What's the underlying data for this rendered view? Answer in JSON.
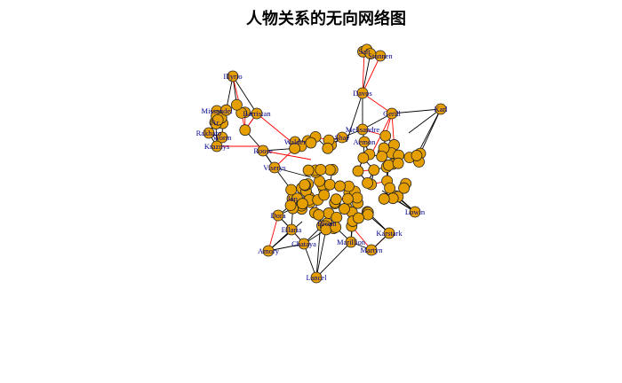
{
  "title": "人物关系的无向网络图",
  "colors": {
    "node_fill": "#e69f00",
    "node_border": "#222222",
    "label": "#00008b",
    "edge_main": "#000000",
    "edge_secondary": "#ff0000"
  },
  "labels": [
    "Salt",
    "Stannen",
    "Illyrio",
    "Davos",
    "Karl",
    "Gerill",
    "Missandei",
    "Barristan",
    "Ar",
    "Rakharo",
    "Worm",
    "Kraznys",
    "Walder",
    "Roose",
    "Melisandre",
    "Shae",
    "Aemon",
    "Viserys",
    "Jon",
    "Dora",
    "Ellaria",
    "Lowin",
    "Amory",
    "Chataya",
    "Marillion",
    "Martyn",
    "Lancel",
    "Karstark",
    "Bronn"
  ]
}
